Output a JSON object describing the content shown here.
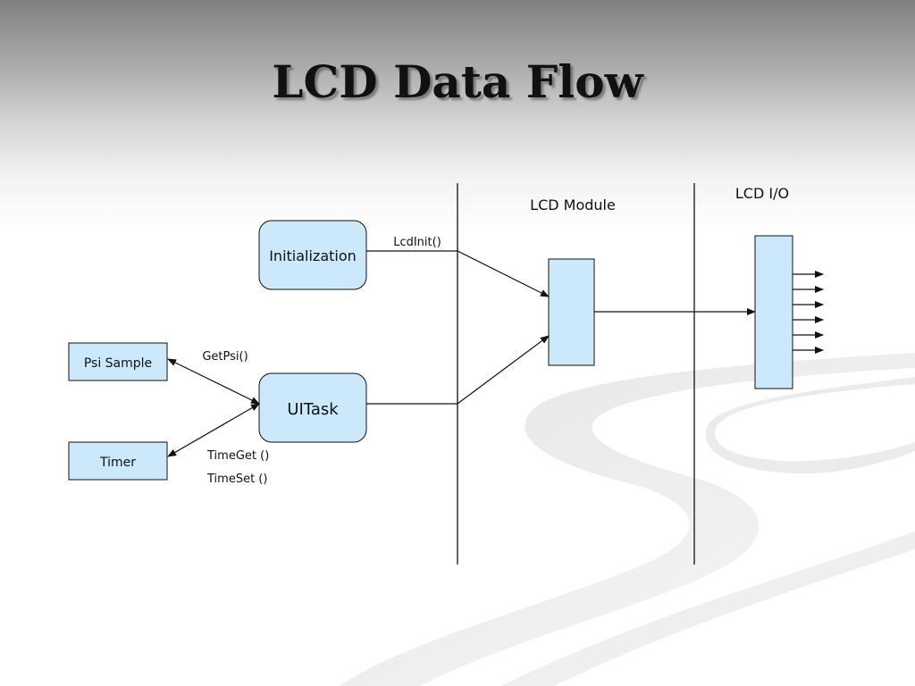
{
  "slide": {
    "title": "LCD Data Flow"
  },
  "regions": {
    "lcd_module": "LCD Module",
    "lcd_io": "LCD I/O"
  },
  "nodes": {
    "initialization": "Initialization",
    "uitask": "UITask",
    "psi_sample": "Psi Sample",
    "timer": "Timer"
  },
  "edges": {
    "lcdinit": "LcdInit()",
    "getpsi": "GetPsi()",
    "timeget": "TimeGet ()",
    "timeset": "TimeSet ()"
  },
  "colors": {
    "box_fill": "#cce9fb",
    "line": "#111111"
  }
}
